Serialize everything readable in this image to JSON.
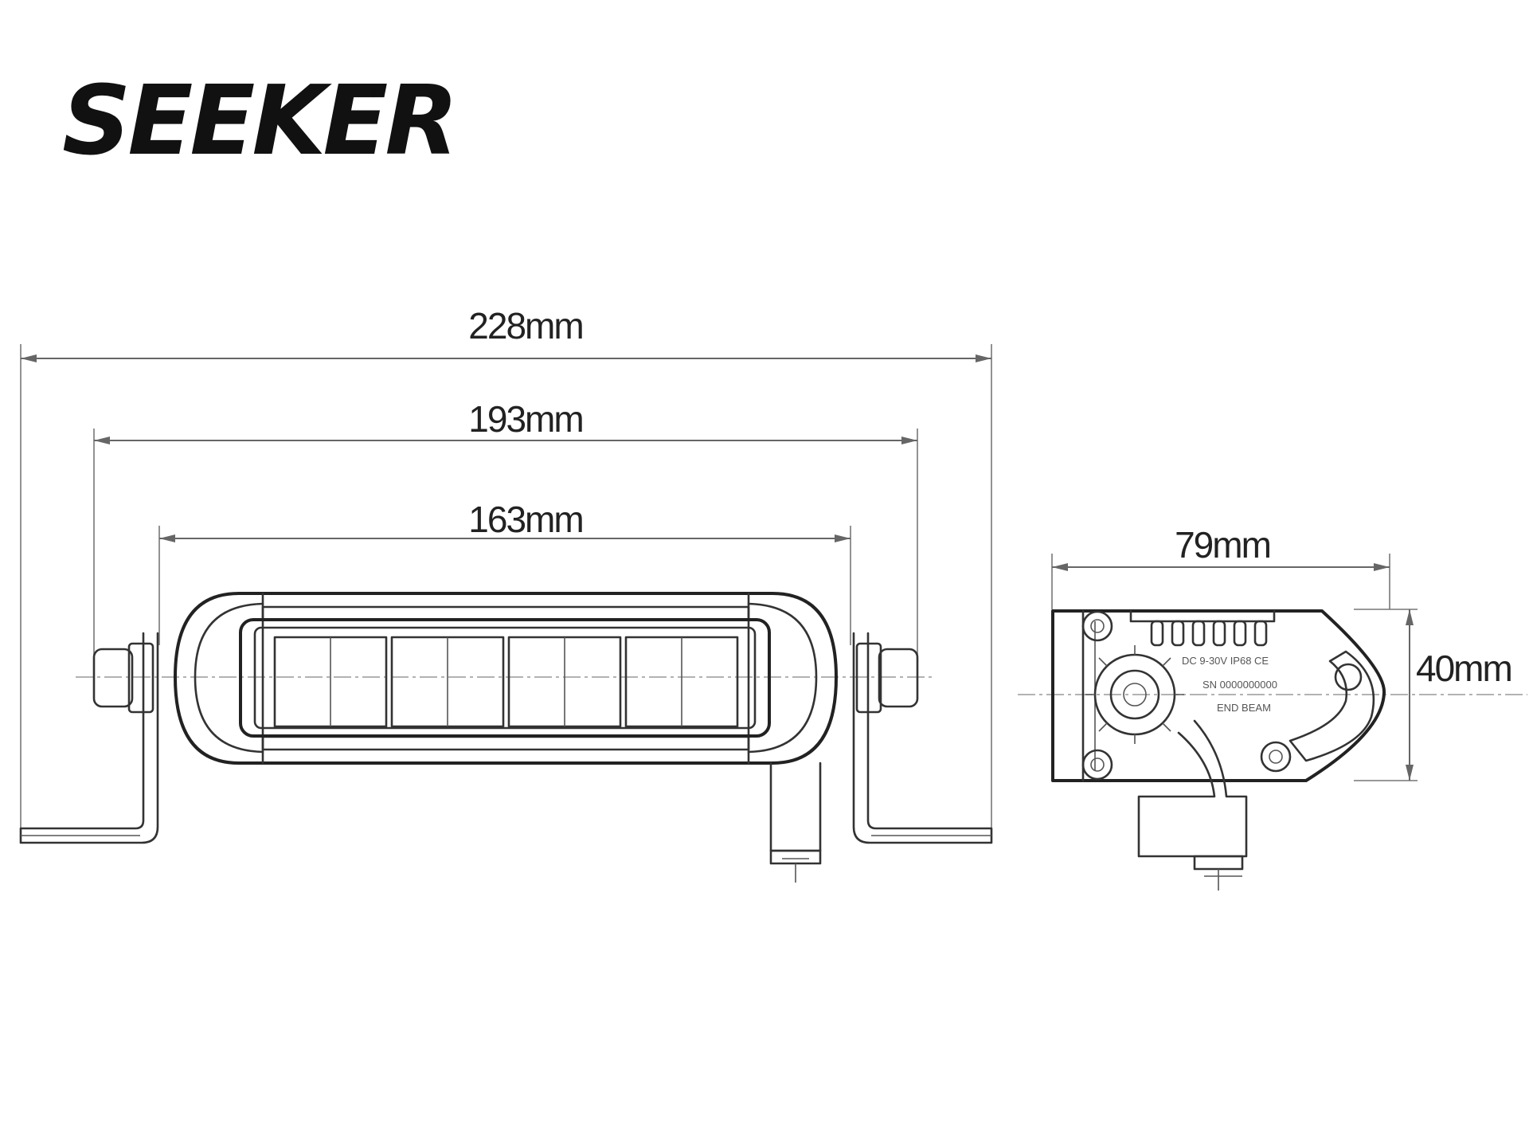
{
  "brand": {
    "name": "SEEKER",
    "registered_mark": "®"
  },
  "front_view": {
    "overall_width": "228mm",
    "mounting_width": "193mm",
    "lens_width": "163mm"
  },
  "side_view": {
    "depth": "79mm",
    "height": "40mm",
    "label_text_1": "DC 9-30V IP68 CE",
    "label_text_2": "SN 0000000000",
    "label_text_3": "END BEAM"
  },
  "colors": {
    "line": "#333333",
    "dimension": "#666666",
    "background": "#ffffff"
  }
}
